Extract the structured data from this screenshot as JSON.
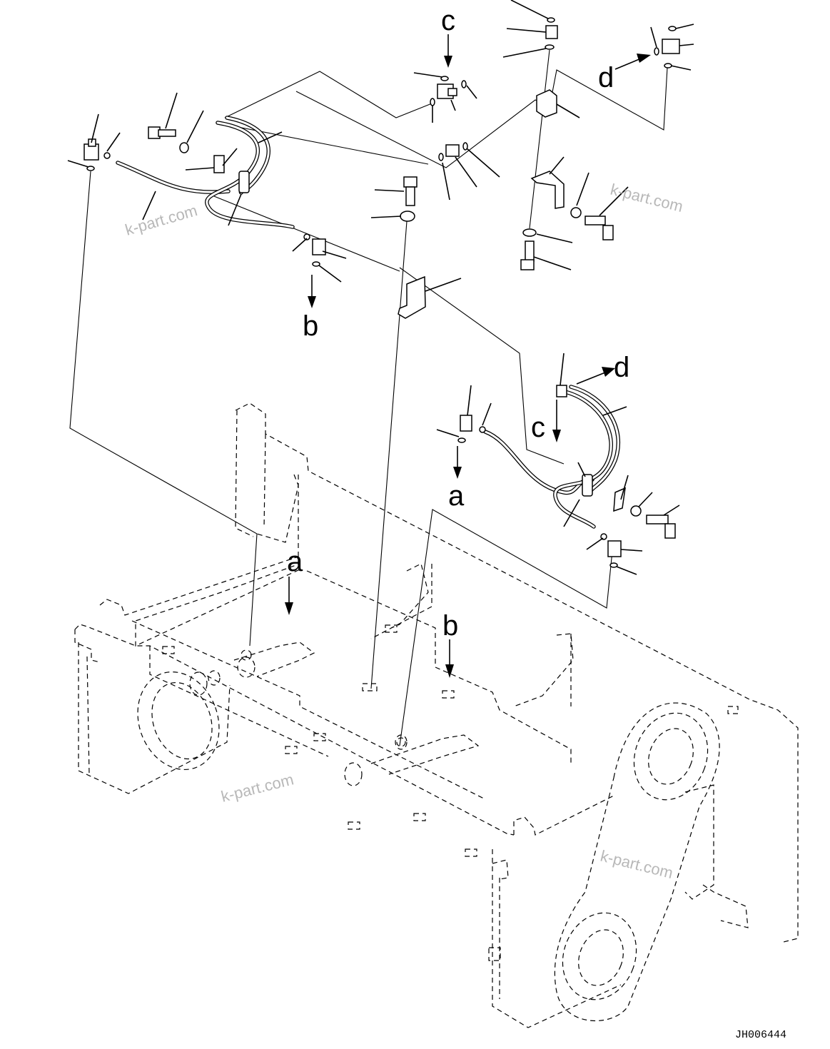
{
  "diagram": {
    "drawing_number": "JH006444",
    "watermarks": [
      "k-part.com",
      "k-part.com",
      "k-part.com",
      "k-part.com"
    ],
    "callouts": {
      "a_upper": "a",
      "a_lower": "a",
      "b_upper": "b",
      "b_lower": "b",
      "c_top": "c",
      "c_right": "c",
      "d_top": "d",
      "d_right": "d"
    }
  }
}
